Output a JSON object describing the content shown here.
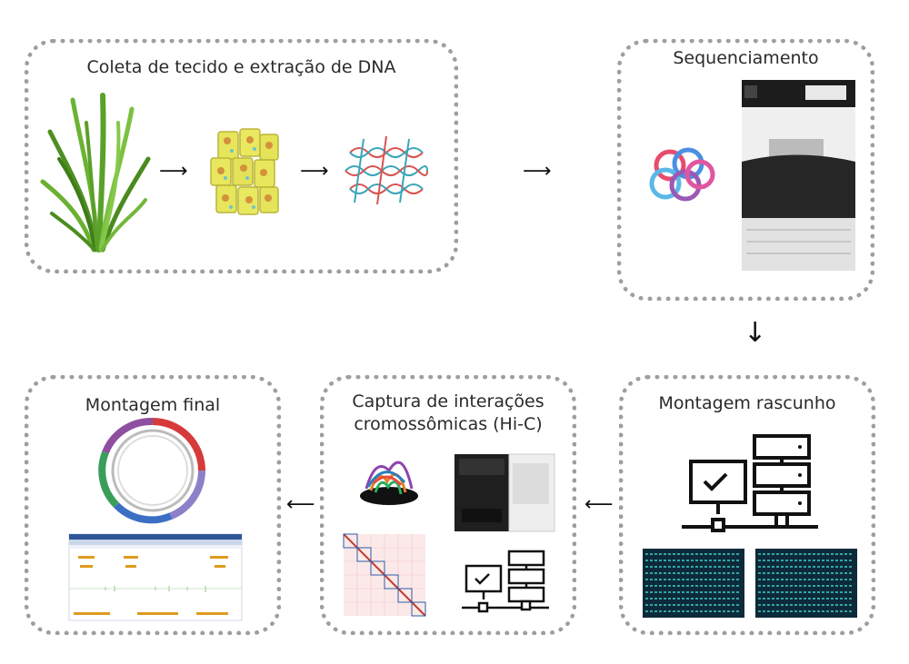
{
  "panels": {
    "collection": {
      "title": "Coleta de tecido e extração de DNA"
    },
    "sequencing": {
      "title": "Sequenciamento"
    },
    "draft": {
      "title": "Montagem rascunho"
    },
    "hic": {
      "title": "Captura de interações\ncromossômicas (Hi-C)"
    },
    "final": {
      "title": "Montagem final"
    }
  },
  "arrows": {
    "right": "⟶",
    "down": "↓",
    "left": "⟵"
  },
  "colors": {
    "border": "#9e9e9e",
    "grass": "#5a9e2a",
    "cell": "#e4e35a",
    "terminal_bg": "#0d2a3a",
    "terminal_text": "#3fd0c8",
    "hic_diag": "#c0392b"
  }
}
